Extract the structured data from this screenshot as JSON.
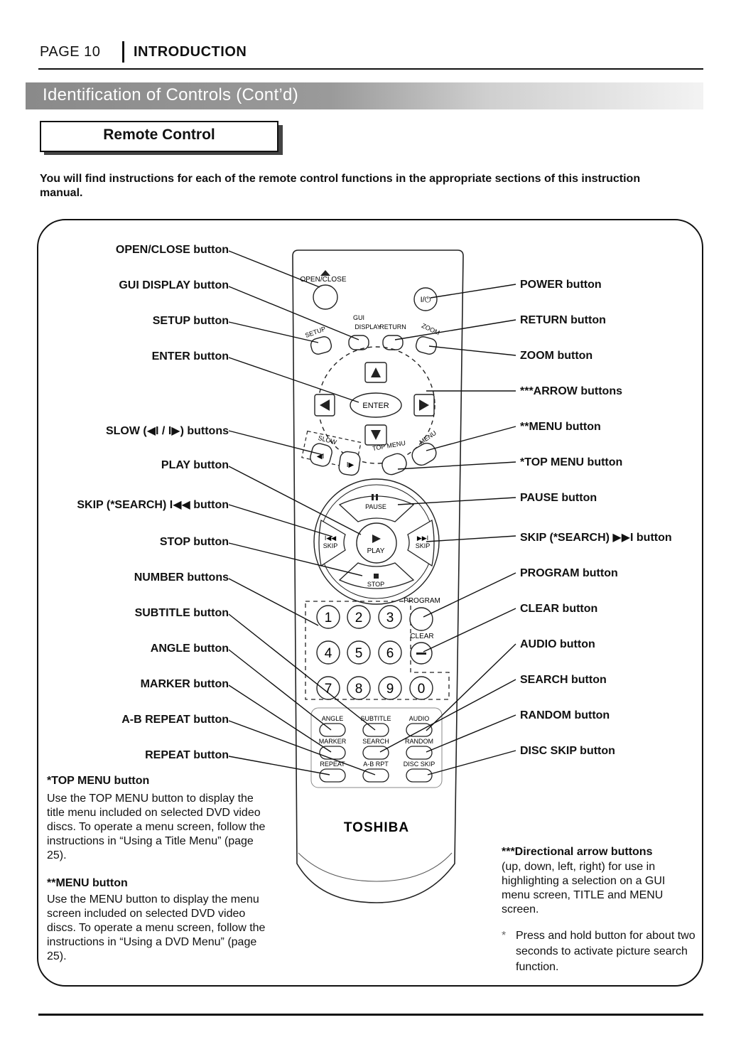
{
  "header": {
    "page": "PAGE 10",
    "section": "INTRODUCTION"
  },
  "banner": {
    "title": "Identification of Controls (Cont’d)"
  },
  "subtitle": {
    "title": "Remote Control"
  },
  "intro": "You will find instructions for each of the remote control functions in the appropriate sections of this instruction manual.",
  "left_labels": [
    "OPEN/CLOSE button",
    "GUI DISPLAY button",
    "SETUP button",
    "ENTER button",
    "SLOW (◀I / I▶) buttons",
    "PLAY button",
    "SKIP (*SEARCH) I◀◀ button",
    "STOP button",
    "NUMBER buttons",
    "SUBTITLE button",
    "ANGLE button",
    "MARKER button",
    "A-B REPEAT button",
    "REPEAT button"
  ],
  "right_labels": [
    "POWER button",
    "RETURN button",
    "ZOOM button",
    "***ARROW buttons",
    "**MENU button",
    "*TOP MENU button",
    "PAUSE button",
    "SKIP (*SEARCH) ▶▶I button",
    "PROGRAM button",
    "CLEAR button",
    "AUDIO button",
    "SEARCH button",
    "RANDOM button",
    "DISC SKIP button"
  ],
  "remote": {
    "open_close": "OPEN/CLOSE",
    "power": "I/⏻",
    "gui": "GUI",
    "display": "DISPLAY",
    "setup": "SETUP",
    "return": "RETURN",
    "zoom": "ZOOM",
    "enter": "ENTER",
    "slow": "SLOW",
    "top_menu": "TOP MENU",
    "menu": "MENU",
    "pause": "PAUSE",
    "skip": "SKIP",
    "play": "PLAY",
    "stop": "STOP",
    "program": "PROGRAM",
    "clear": "CLEAR",
    "numbers": [
      "1",
      "2",
      "3",
      "4",
      "5",
      "6",
      "7",
      "8",
      "9",
      "0"
    ],
    "row1": [
      "ANGLE",
      "SUBTITLE",
      "AUDIO"
    ],
    "row2": [
      "MARKER",
      "SEARCH",
      "RANDOM"
    ],
    "row3": [
      "REPEAT",
      "A-B RPT",
      "DISC SKIP"
    ],
    "brand": "TOSHIBA"
  },
  "notes": {
    "top_menu_head": "*TOP MENU button",
    "top_menu_body": "Use the TOP MENU button to display the title menu included on selected DVD video discs. To operate a menu screen, follow the instructions in “Using a Title Menu” (page 25).",
    "menu_head": "**MENU button",
    "menu_body": "Use the MENU button to display the menu screen included on selected DVD video discs. To operate a menu screen, follow the instructions in “Using a DVD Menu” (page 25).",
    "dir_head": "***Directional arrow buttons",
    "dir_body": "(up, down, left, right) for use in highlighting a selection on a GUI menu screen, TITLE and MENU screen.",
    "star_symbol": "*",
    "star_text": "Press and hold button for about two seconds to activate picture search function."
  }
}
